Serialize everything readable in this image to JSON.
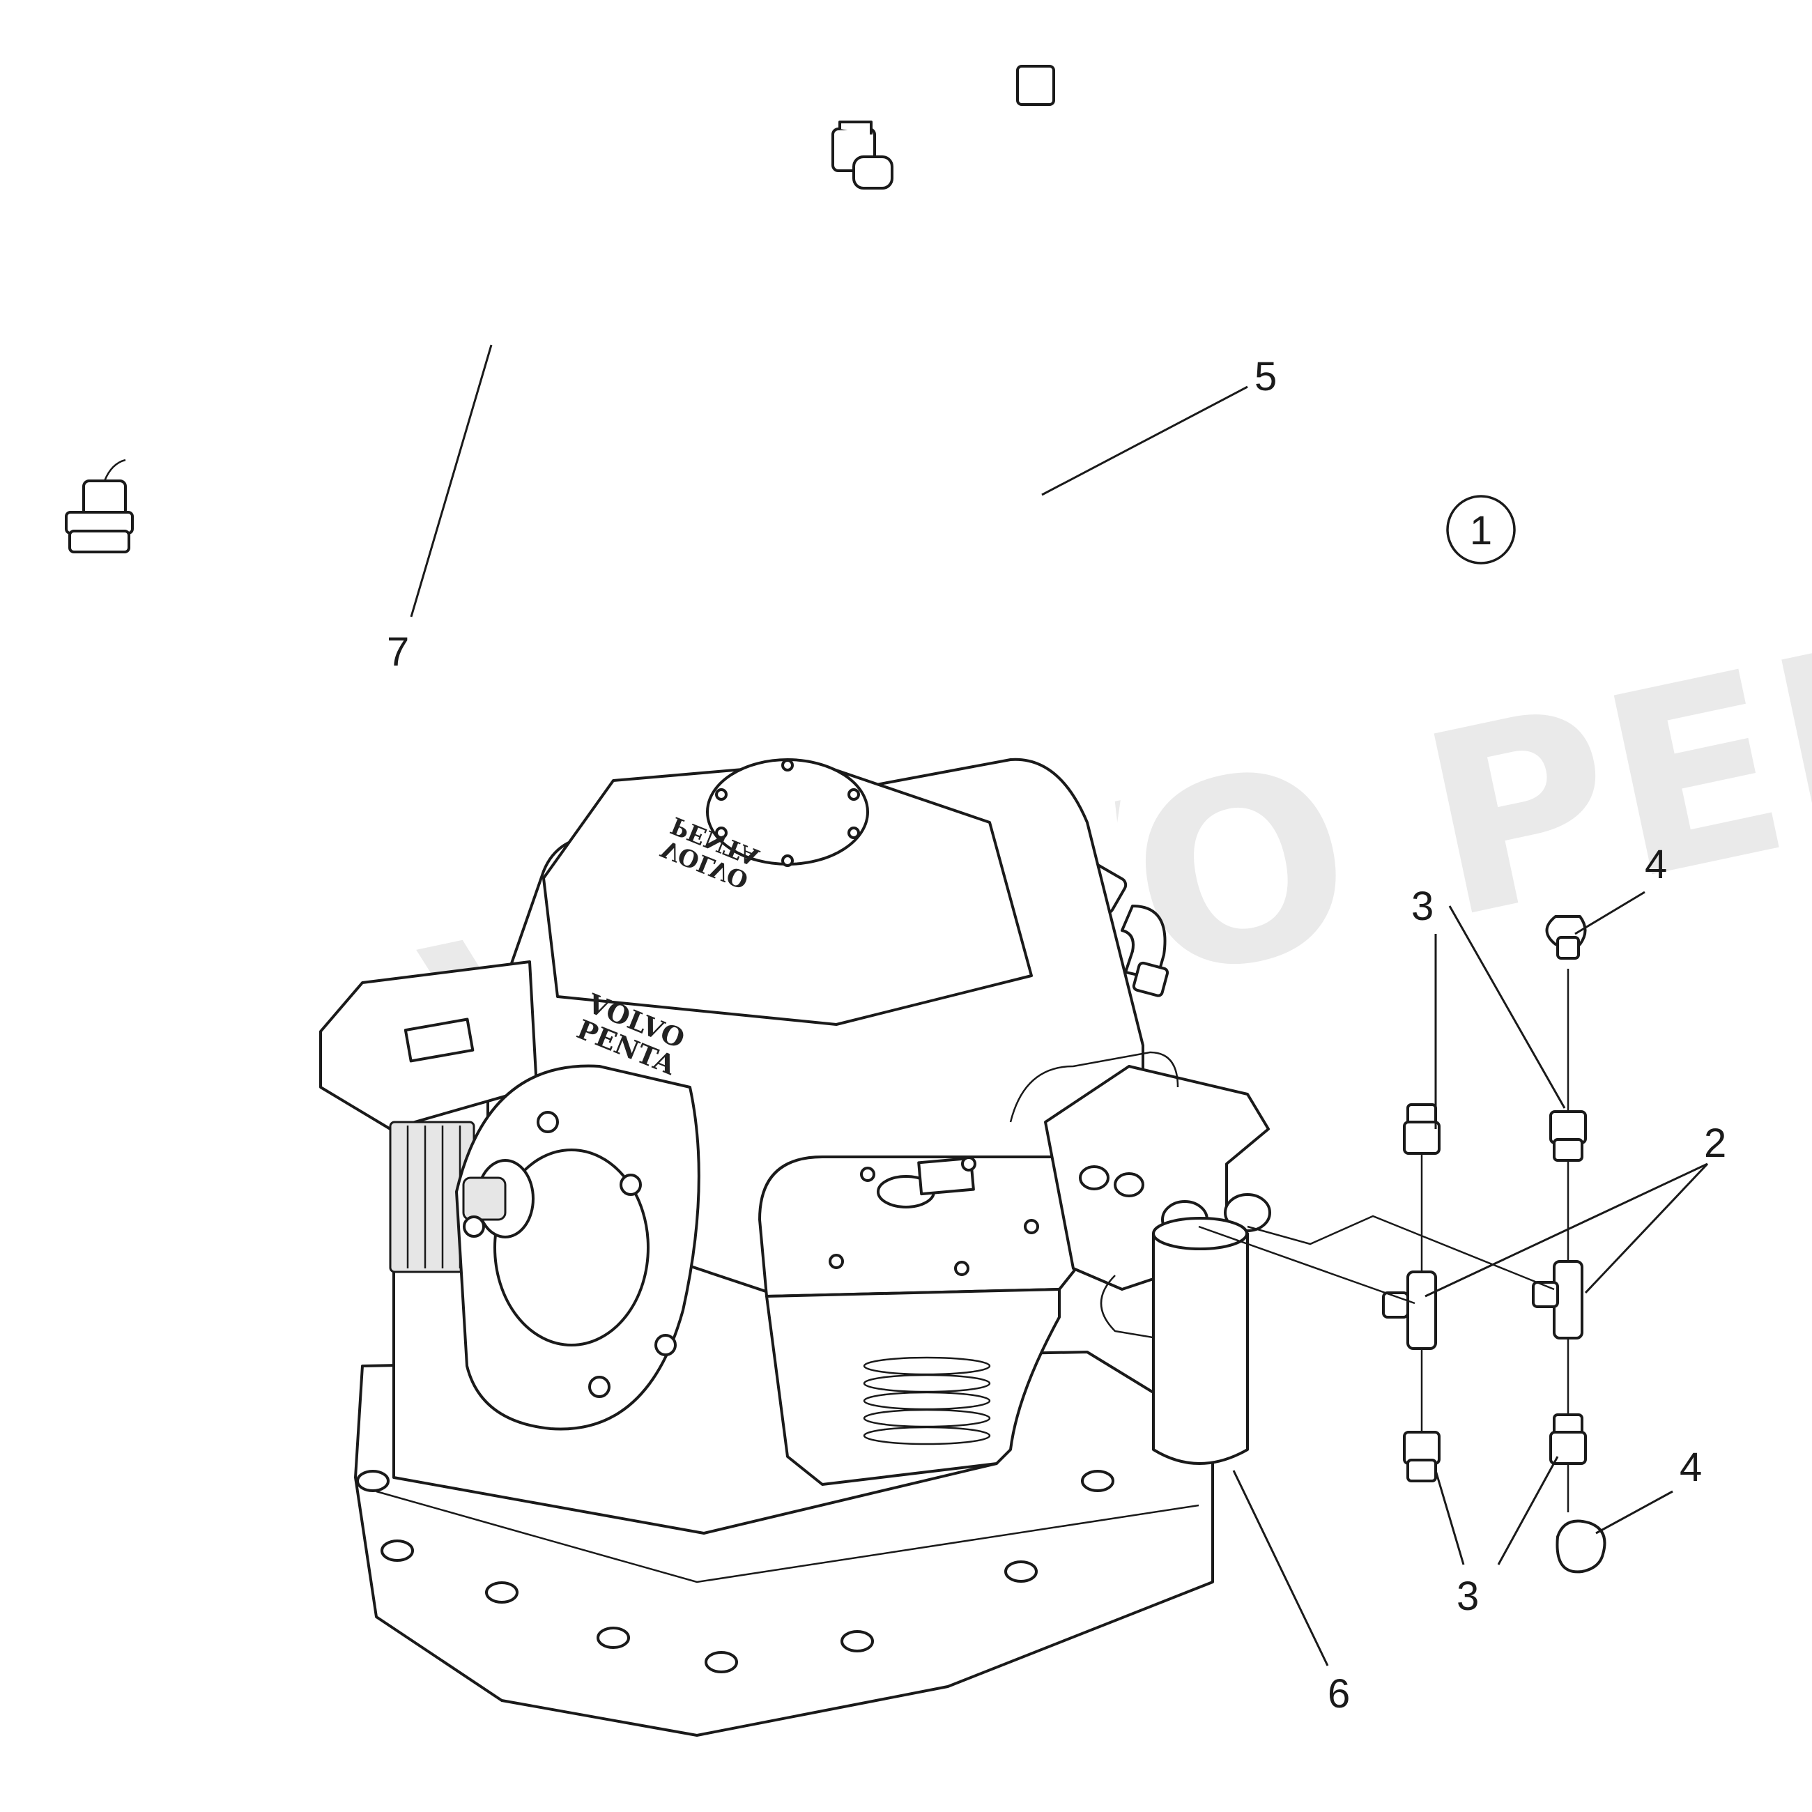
{
  "diagram": {
    "reference_number": "1",
    "brand_logos": [
      "VOLVO",
      "PENTA"
    ],
    "callouts": [
      {
        "id": "callout-2",
        "label": "2"
      },
      {
        "id": "callout-3a",
        "label": "3"
      },
      {
        "id": "callout-3b",
        "label": "3"
      },
      {
        "id": "callout-4a",
        "label": "4"
      },
      {
        "id": "callout-4b",
        "label": "4"
      },
      {
        "id": "callout-5",
        "label": "5"
      },
      {
        "id": "callout-6",
        "label": "6"
      },
      {
        "id": "callout-7",
        "label": "7"
      }
    ]
  }
}
